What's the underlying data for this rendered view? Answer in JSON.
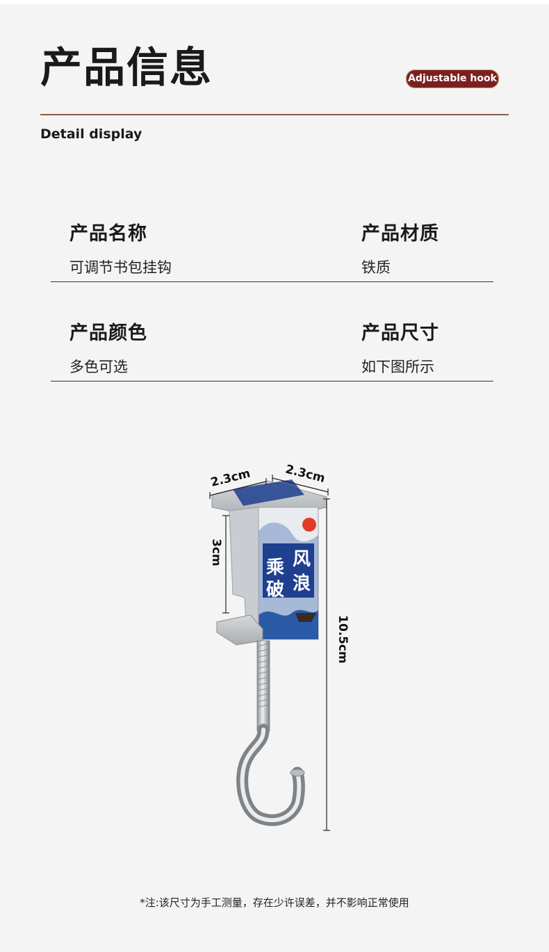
{
  "header": {
    "title": "产品信息",
    "badge": "Adjustable hook",
    "subtitle": "Detail display"
  },
  "specs": [
    {
      "label": "产品名称",
      "value": "可调节书包挂钩"
    },
    {
      "label": "产品材质",
      "value": "铁质"
    },
    {
      "label": "产品颜色",
      "value": "多色可选"
    },
    {
      "label": "产品尺寸",
      "value": "如下图所示"
    }
  ],
  "dimensions": {
    "width_a": "2.3cm",
    "width_b": "2.3cm",
    "clamp_height": "3cm",
    "total_height": "10.5cm"
  },
  "product_print": {
    "text_1": "乘",
    "text_2": "风",
    "text_3": "破",
    "text_4": "浪"
  },
  "footer": {
    "note": "*注:该尺寸为手工测量，存在少许误差，并不影响正常使用"
  },
  "colors": {
    "accent": "#7d1f22",
    "rule": "#8a5a44",
    "print_blue": "#1f3f8f"
  }
}
